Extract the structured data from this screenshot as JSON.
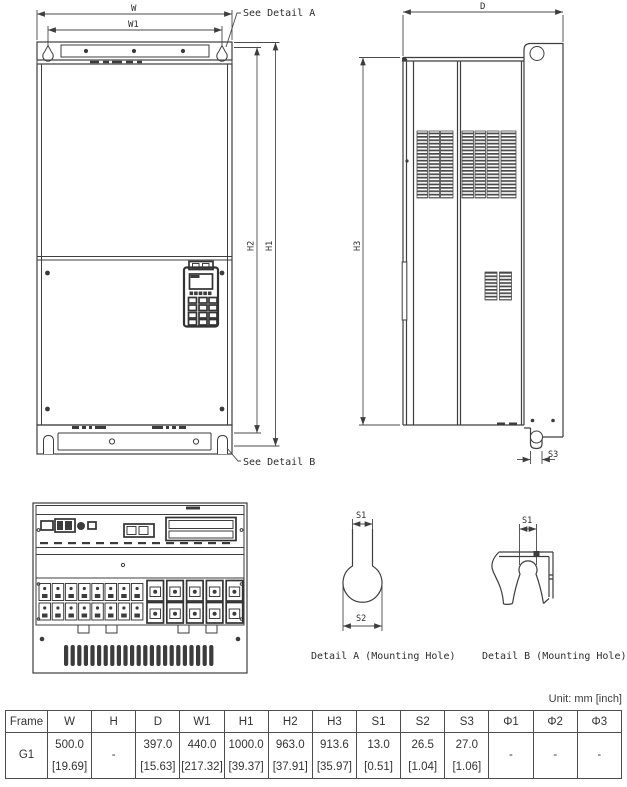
{
  "unit_note": "Unit: mm [inch]",
  "front_view": {
    "dim_w": "W",
    "dim_w1": "W1",
    "dim_h1": "H1",
    "dim_h2": "H2",
    "see_detail_a": "See Detail A",
    "see_detail_b": "See Detail B"
  },
  "side_view": {
    "dim_d": "D",
    "dim_h3": "H3",
    "dim_s3": "S3"
  },
  "detail_a": {
    "dim_s1": "S1",
    "dim_s2": "S2",
    "caption": "Detail A (Mounting Hole)"
  },
  "detail_b": {
    "dim_s1": "S1",
    "caption": "Detail B (Mounting Hole)"
  },
  "table": {
    "headers": [
      "Frame",
      "W",
      "H",
      "D",
      "W1",
      "H1",
      "H2",
      "H3",
      "S1",
      "S2",
      "S3",
      "Φ1",
      "Φ2",
      "Φ3"
    ],
    "row": {
      "frame": "G1",
      "w_mm": "500.0",
      "w_in": "[19.69]",
      "h": "-",
      "d_mm": "397.0",
      "d_in": "[15.63]",
      "w1_mm": "440.0",
      "w1_in": "[217.32]",
      "h1_mm": "1000.0",
      "h1_in": "[39.37]",
      "h2_mm": "963.0",
      "h2_in": "[37.91]",
      "h3_mm": "913.6",
      "h3_in": "[35.97]",
      "s1_mm": "13.0",
      "s1_in": "[0.51]",
      "s2_mm": "26.5",
      "s2_in": "[1.04]",
      "s3_mm": "27.0",
      "s3_in": "[1.06]",
      "phi1": "-",
      "phi2": "-",
      "phi3": "-"
    }
  }
}
